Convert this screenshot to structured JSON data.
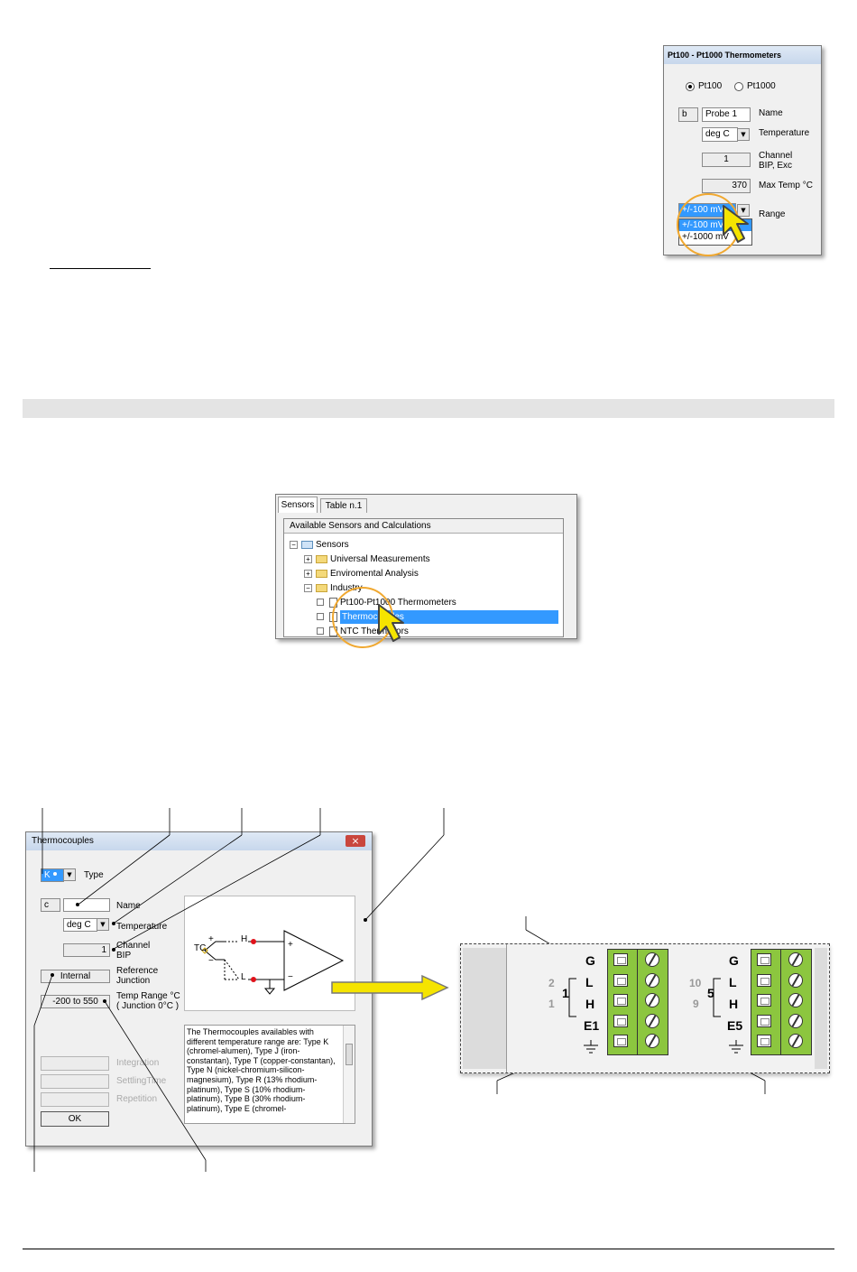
{
  "pt_dialog": {
    "title": "Pt100 - Pt1000 Thermometers",
    "radio_pt100": "Pt100",
    "radio_pt1000": "Pt1000",
    "id_letter": "b",
    "name_value": "Probe 1",
    "name_label": "Name",
    "temp_unit": "deg C",
    "temp_label": "Temperature",
    "channel_value": "1",
    "channel_label_1": "Channel",
    "channel_label_2": "BIP, Exc",
    "maxtemp_value": "370",
    "maxtemp_label": "Max Temp °C",
    "range_value": "+/-100 mV",
    "range_label": "Range",
    "range_options": [
      "+/-100 mV",
      "+/-1000 mV"
    ]
  },
  "sensors_panel": {
    "tabs": [
      "Sensors",
      "Table n.1"
    ],
    "header": "Available Sensors and Calculations",
    "root": "Sensors",
    "groups": [
      "Universal Measurements",
      "Enviromental Analysis",
      "Industry"
    ],
    "items": [
      "Pt100-Pt1000 Thermometers",
      "Thermocouples",
      "NTC Thermistors"
    ],
    "expander_plus": "+",
    "expander_minus": "−"
  },
  "tc_dialog": {
    "title": "Thermocouples",
    "close": "×",
    "type_value": "K",
    "type_label": "Type",
    "id_letter": "c",
    "name_label": "Name",
    "temp_unit": "deg C",
    "temp_label": "Temperature",
    "channel_value": "1",
    "channel_label_1": "Channel",
    "channel_label_2": "BIP",
    "refjunc_value": "Internal",
    "refjunc_label_1": "Reference",
    "refjunc_label_2": "Junction",
    "temprange_value": "-200 to 550",
    "temprange_label_1": "Temp Range °C",
    "temprange_label_2": "( Junction 0°C )",
    "integration_label": "Integration",
    "settling_label": "SettlingTime",
    "repetition_label": "Repetition",
    "ok_label": "OK",
    "description": "The Thermocouples availables with different temperature range are: Type K (chromel-alumen), Type J (iron-constantan), Type T (copper-constantan), Type N (nickel-chromium-silicon-magnesium), Type R (13% rhodium-platinum), Type S (10% rhodium-platinum), Type B (30% rhodium-platinum), Type E (chromel-",
    "diagram": {
      "tc": "TC",
      "plus": "+",
      "minus": "−",
      "h": "H",
      "l": "L"
    }
  },
  "terminal_block": {
    "left": {
      "labels": [
        "G",
        "L",
        "H",
        "E1"
      ],
      "group": "1",
      "small_top": "2",
      "small_bottom": "1"
    },
    "right": {
      "labels": [
        "G",
        "L",
        "H",
        "E5"
      ],
      "group": "5",
      "small_top": "10",
      "small_bottom": "9"
    }
  },
  "colors": {
    "section_band": "#e4e4e4",
    "highlight": "#3399ff",
    "terminal_green": "#8cc63f",
    "callout_circle": "#f0a830",
    "arrow_yellow": "#f5e400",
    "probe_red": "#e0121b"
  }
}
